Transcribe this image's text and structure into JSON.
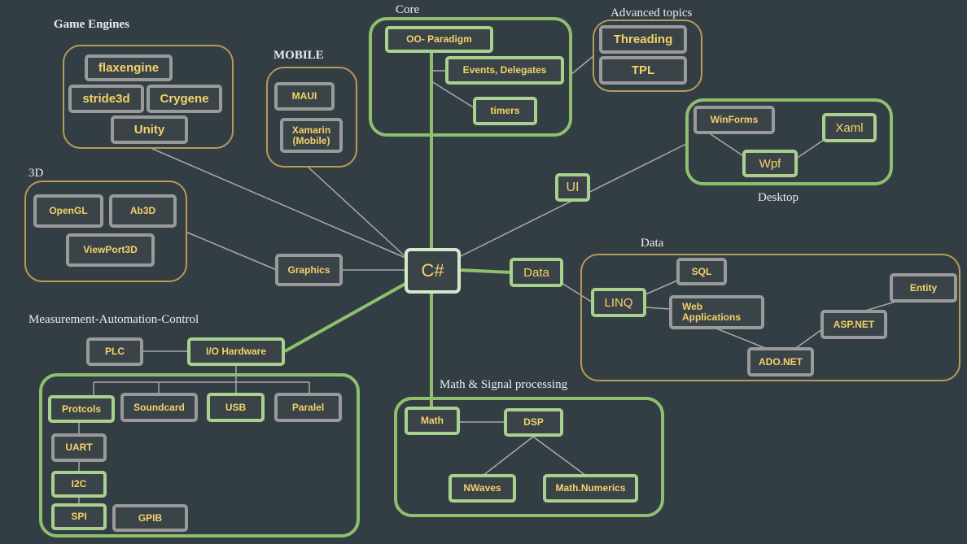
{
  "center": "C#",
  "hubs": {
    "ui": "UI",
    "data": "Data",
    "graphics": "Graphics",
    "io": "I/O Hardware",
    "plc": "PLC"
  },
  "game_engines": {
    "title": "Game Engines",
    "items": [
      "flaxengine",
      "stride3d",
      "Crygene",
      "Unity"
    ]
  },
  "mobile": {
    "title": "MOBILE",
    "items": [
      "MAUI",
      "Xamarin\n(Mobile)"
    ]
  },
  "core": {
    "title": "Core",
    "items": [
      "OO- Paradigm",
      "Events, Delegates",
      "timers"
    ]
  },
  "advanced": {
    "title": "Advanced topics",
    "items": [
      "Threading",
      "TPL"
    ]
  },
  "desktop": {
    "title": "Desktop",
    "items": [
      "WinForms",
      "Xaml",
      "Wpf"
    ]
  },
  "three_d": {
    "title": "3D",
    "items": [
      "OpenGL",
      "Ab3D",
      "ViewPort3D"
    ]
  },
  "data_group": {
    "title": "Data",
    "items": [
      "LINQ",
      "SQL",
      "Web\nApplications",
      "Entity",
      "ASP.NET",
      "ADO.NET"
    ]
  },
  "measurement": {
    "title": "Measurement-Automation-Control",
    "items": [
      "Protcols",
      "Soundcard",
      "USB",
      "Paralel",
      "UART",
      "I2C",
      "SPI",
      "GPIB"
    ]
  },
  "math": {
    "title": "Math & Signal processing",
    "items": [
      "Math",
      "DSP",
      "NWaves",
      "Math.Numerics"
    ]
  },
  "colors": {
    "background": "#323e44",
    "text": "#f4d26a",
    "green": "#8fbf6e",
    "tan": "#b89a5a",
    "grey": "#9a9a9a"
  }
}
